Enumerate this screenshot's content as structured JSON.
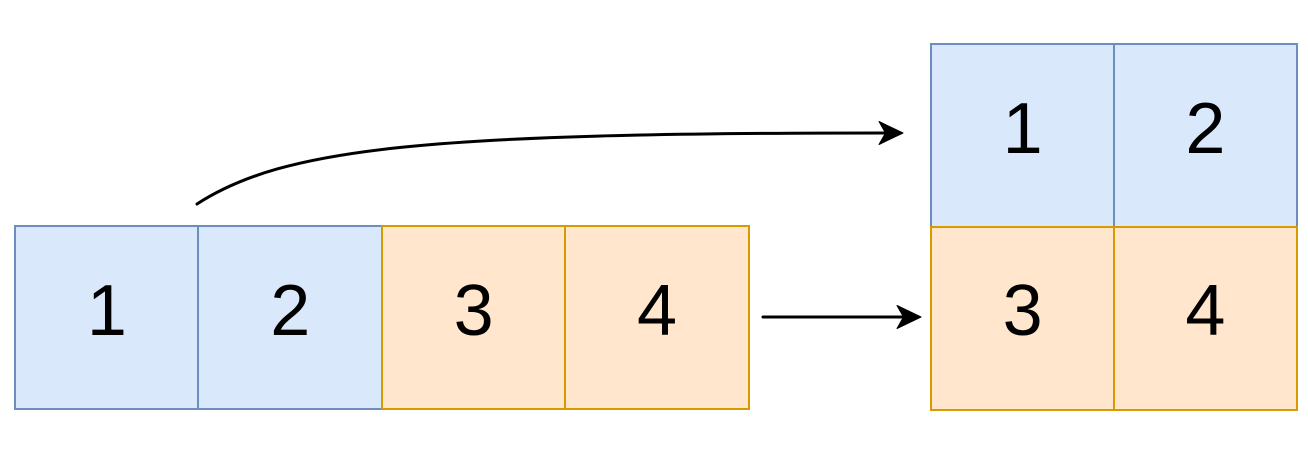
{
  "colors": {
    "blue-fill": "#DAE8FC",
    "blue-stroke": "#6C8EBF",
    "orange-fill": "#FFE6CC",
    "orange-stroke": "#D79B00",
    "arrow": "#000000"
  },
  "source_row": {
    "cells": [
      {
        "label": "1",
        "color": "blue"
      },
      {
        "label": "2",
        "color": "blue"
      },
      {
        "label": "3",
        "color": "orange"
      },
      {
        "label": "4",
        "color": "orange"
      }
    ]
  },
  "result_grid": {
    "rows": [
      {
        "cells": [
          {
            "label": "1",
            "color": "blue"
          },
          {
            "label": "2",
            "color": "blue"
          }
        ]
      },
      {
        "cells": [
          {
            "label": "3",
            "color": "orange"
          },
          {
            "label": "4",
            "color": "orange"
          }
        ]
      }
    ]
  }
}
